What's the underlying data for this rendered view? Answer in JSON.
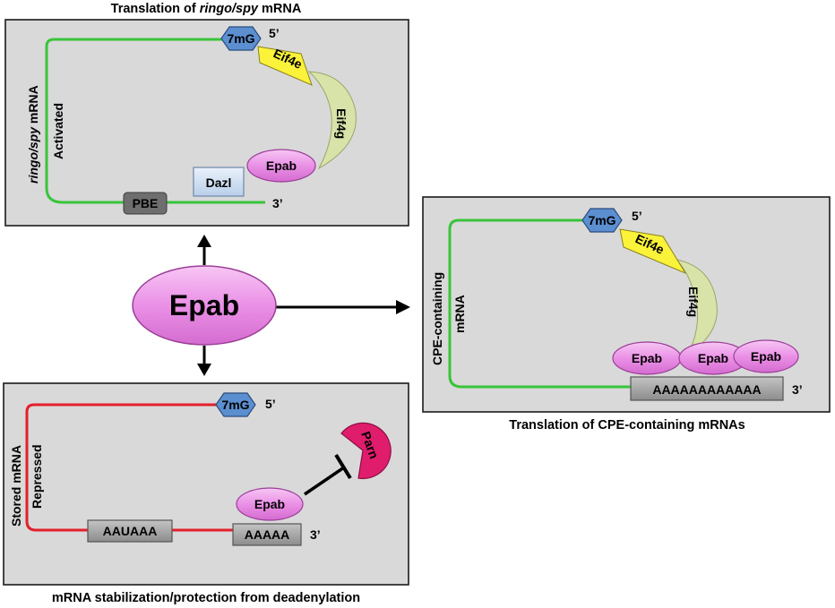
{
  "top_panel": {
    "caption_pre": "Translation of ",
    "caption_italic": "ringo/spy",
    "caption_post": " mRNA",
    "side_italic": "ringo/spy",
    "side_rest": " mRNA",
    "side_state": "Activated",
    "cap": "7mG",
    "five_prime": "5’",
    "three_prime": "3’",
    "eif4e": "Eif4e",
    "eif4g": "Eif4g",
    "epab": "Epab",
    "dazl": "Dazl",
    "pbe": "PBE"
  },
  "center": {
    "epab": "Epab"
  },
  "right_panel": {
    "caption": "Translation of CPE-containing mRNAs",
    "side_line1": "CPE-containing",
    "side_line2": "mRNA",
    "cap": "7mG",
    "five_prime": "5’",
    "three_prime": "3’",
    "eif4e": "Eif4e",
    "eif4g": "Eif4g",
    "epab_1": "Epab",
    "epab_2": "Epab",
    "epab_3": "Epab",
    "polya": "AAAAAAAAAAAA"
  },
  "bottom_panel": {
    "caption": "mRNA stabilization/protection from deadenylation",
    "side_line1": "Stored  mRNA",
    "side_line2": "Repressed",
    "cap": "7mG",
    "five_prime": "5’",
    "three_prime": "3’",
    "epab": "Epab",
    "parn": "Parn",
    "hexamer": "AAUAAA",
    "polya": "AAAAA"
  },
  "colors": {
    "panel_fill": "#d9d9d9",
    "epab_pink": "#e98de6",
    "parn_magenta": "#e01d6c",
    "active_mrna_green": "#39c43a",
    "repressed_mrna_red": "#e4202a",
    "cap_blue": "#5b8fd0",
    "eif4e_yellow": "#fbf23a",
    "dazl_blue": "#cfe0f3"
  }
}
